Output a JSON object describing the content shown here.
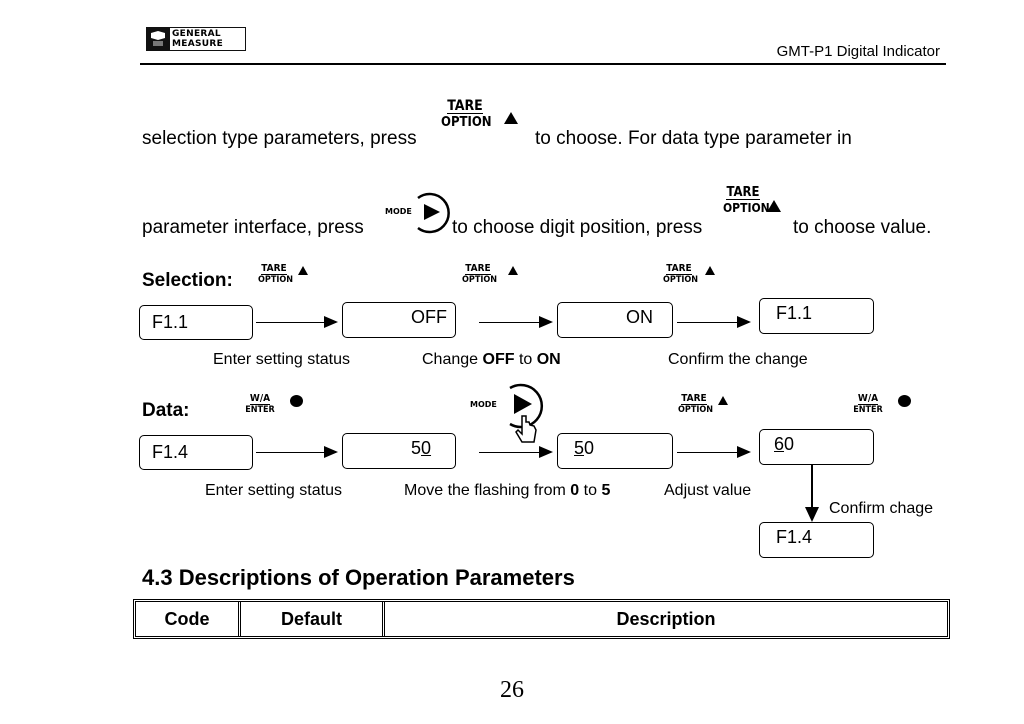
{
  "header": {
    "logo_line1": "GENERAL",
    "logo_line2": "MEASURE",
    "title": "GMT-P1 Digital Indicator"
  },
  "intro": {
    "line1_a": "selection type parameters, press",
    "line1_b": "to choose. For data type parameter in",
    "line2_a": "parameter interface, press",
    "line2_b": "to choose digit position, press",
    "line2_c": "to choose value."
  },
  "keys": {
    "tare": "TARE",
    "option": "OPTION",
    "mode": "MODE",
    "wa": "W/A",
    "enter": "ENTER"
  },
  "selection": {
    "label": "Selection:",
    "boxes": [
      "F1.1",
      "OFF",
      "ON",
      "F1.1"
    ],
    "step1": "Enter setting status",
    "step2_a": "Change ",
    "step2_b": "OFF",
    "step2_c": " to ",
    "step2_d": "ON",
    "step3": "Confirm the change"
  },
  "data_section": {
    "label": "Data:",
    "box1": "F1.4",
    "box2_a": "5",
    "box2_b": "0",
    "box3_a": "5",
    "box3_b": "0",
    "box4_a": "6",
    "box4_b": "0",
    "box5": "F1.4",
    "step1": "Enter setting status",
    "step2_a": "Move the flashing from ",
    "step2_b": "0",
    "step2_c": " to ",
    "step2_d": "5",
    "step3": "Adjust value",
    "step4": "Confirm chage"
  },
  "section_heading": "4.3 Descriptions of Operation Parameters",
  "table": {
    "headers": [
      "Code",
      "Default",
      "Description"
    ]
  },
  "page_number": "26"
}
